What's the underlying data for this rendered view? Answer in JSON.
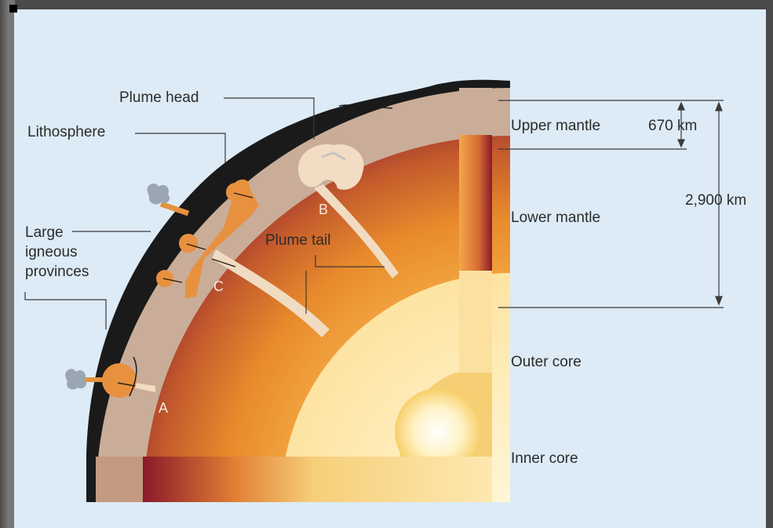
{
  "labels": {
    "plume_head": "Plume head",
    "lithosphere": "Lithosphere",
    "lip_line1": "Large",
    "lip_line2": "igneous",
    "lip_line3": "provinces",
    "plume_tail": "Plume tail",
    "upper_mantle": "Upper mantle",
    "lower_mantle": "Lower mantle",
    "outer_core": "Outer core",
    "inner_core": "Inner core",
    "depth_670": "670 km",
    "depth_2900": "2,900 km",
    "point_a": "A",
    "point_b": "B",
    "point_c": "C"
  },
  "colors": {
    "background": "#dcebf6",
    "crust": "#1a1a1a",
    "upper_mantle": "#c8ac98",
    "lower_mantle_dark": "#8a1a2a",
    "lower_mantle_light": "#f3a23a",
    "outer_core": "#fde6a8",
    "inner_core": "#ffffff",
    "plume": "#f1dcc2",
    "volcano": "#e88a3a",
    "smoke": "#9aa7b3",
    "leader_line": "#333333"
  }
}
